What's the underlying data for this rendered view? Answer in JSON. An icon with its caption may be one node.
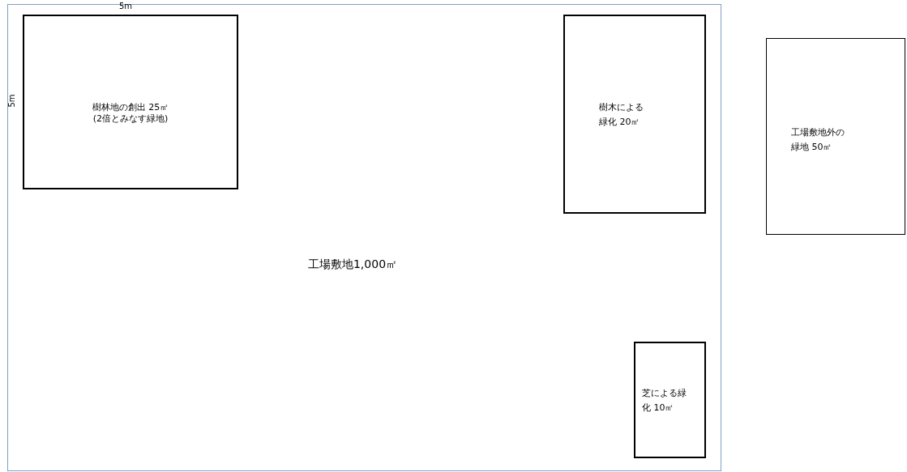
{
  "diagram": {
    "nodes": [
      {
        "text": [
          "工場敷地1,000㎡"
        ]
      },
      {
        "text": [
          "樹林地の創出 25㎡",
          "(2倍とみなす緑地)"
        ],
        "in": 0
      },
      {
        "text": [
          "樹木による緑化 20㎡"
        ],
        "in": 0
      },
      {
        "text": [
          "芝による緑化 10㎡"
        ],
        "in": 0
      },
      {
        "text": [
          "工場敷地外の緑地 50㎡"
        ]
      }
    ],
    "labels": [
      "5m",
      "5m"
    ]
  }
}
